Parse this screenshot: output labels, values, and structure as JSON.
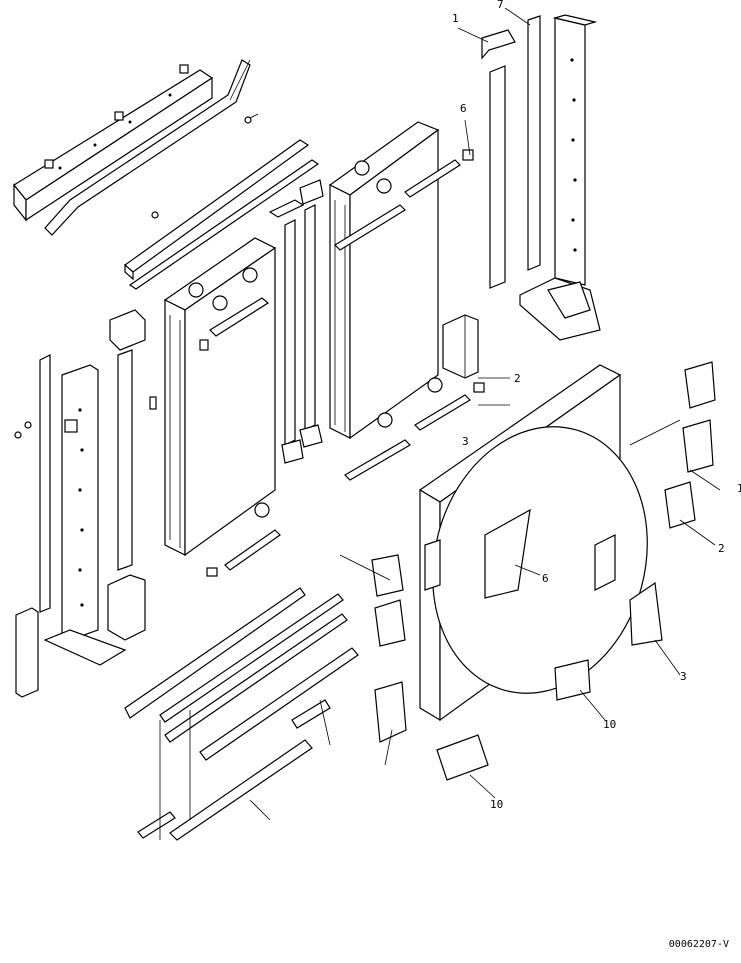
{
  "diagram": {
    "drawing_code": "00062207-V",
    "callouts": [
      "1",
      "7",
      "6",
      "2",
      "3",
      "1",
      "2",
      "6",
      "3",
      "10",
      "10"
    ]
  }
}
